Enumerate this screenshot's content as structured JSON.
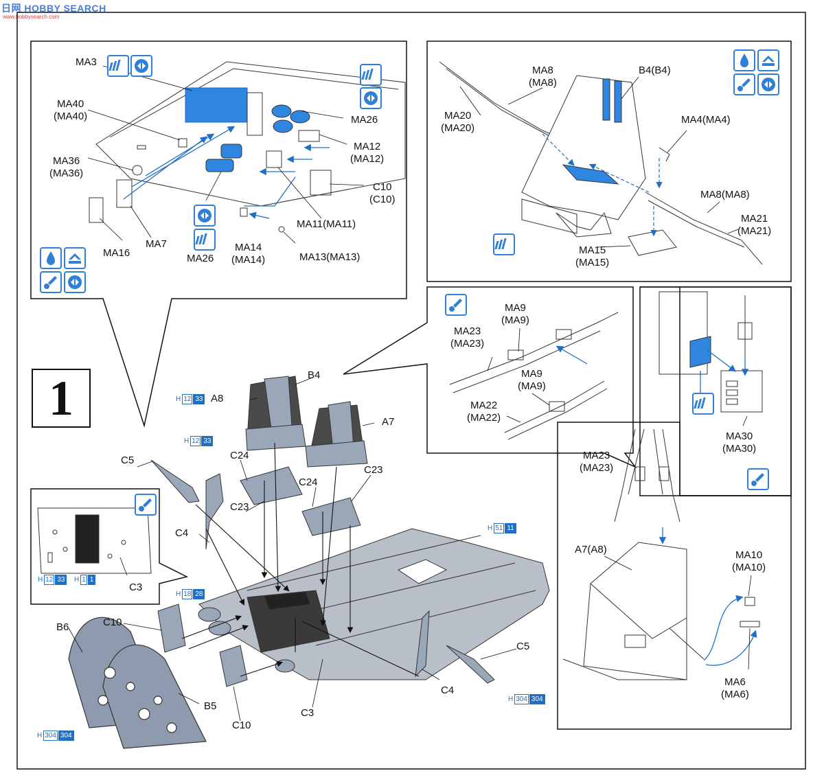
{
  "watermark": {
    "text": "HOBBY SEARCH",
    "prefix": "日网",
    "url": "www.hobbysearch.com"
  },
  "step_number": "1",
  "colors": {
    "accent": "#1f6fc4",
    "part_grey": "#9aa7b8",
    "dark": "#3a3a3a",
    "line": "#111111"
  },
  "icons": {
    "photo_etch": "photo-etch-icon",
    "bend": "bend-icon",
    "glue": "glue-drop-icon",
    "fold_up": "fold-up-icon",
    "paint": "paint-brush-icon"
  },
  "panel_top_left": {
    "labels": [
      "MA3",
      "MA40\n(MA40)",
      "MA36\n(MA36)",
      "MA16",
      "MA7",
      "MA26",
      "MA26",
      "MA14\n(MA14)",
      "MA13(MA13)",
      "MA11(MA11)",
      "C10\n(C10)",
      "MA12\n(MA12)"
    ]
  },
  "panel_top_right": {
    "labels": [
      "MA8\n(MA8)",
      "B4(B4)",
      "MA20\n(MA20)",
      "MA4(MA4)",
      "MA8(MA8)",
      "MA21\n(MA21)",
      "MA15\n(MA15)"
    ]
  },
  "panel_belts": {
    "labels": [
      "MA9\n(MA9)",
      "MA23\n(MA23)",
      "MA9\n(MA9)",
      "MA22\n(MA22)"
    ]
  },
  "panel_buckle": {
    "labels": [
      "MA30\n(MA30)"
    ]
  },
  "panel_harness": {
    "labels": [
      "MA23\n(MA23)",
      "A7(A8)",
      "MA10\n(MA10)",
      "MA6\n(MA6)"
    ]
  },
  "panel_instrument": {
    "labels": [
      "C3"
    ],
    "paints": [
      [
        "12",
        "33"
      ],
      [
        "1",
        "1"
      ]
    ]
  },
  "main_assembly": {
    "labels": [
      "B4",
      "A8",
      "A7",
      "C5",
      "C24",
      "C24",
      "C23",
      "C23",
      "C4",
      "B6",
      "C10",
      "B5",
      "C10",
      "C3",
      "C4",
      "C5"
    ],
    "paint_prefix": "H",
    "paints": [
      [
        "12",
        "33"
      ],
      [
        "12",
        "33"
      ],
      [
        "51",
        "11"
      ],
      [
        "18",
        "28"
      ],
      [
        "304",
        "304"
      ],
      [
        "304",
        "304"
      ]
    ]
  }
}
